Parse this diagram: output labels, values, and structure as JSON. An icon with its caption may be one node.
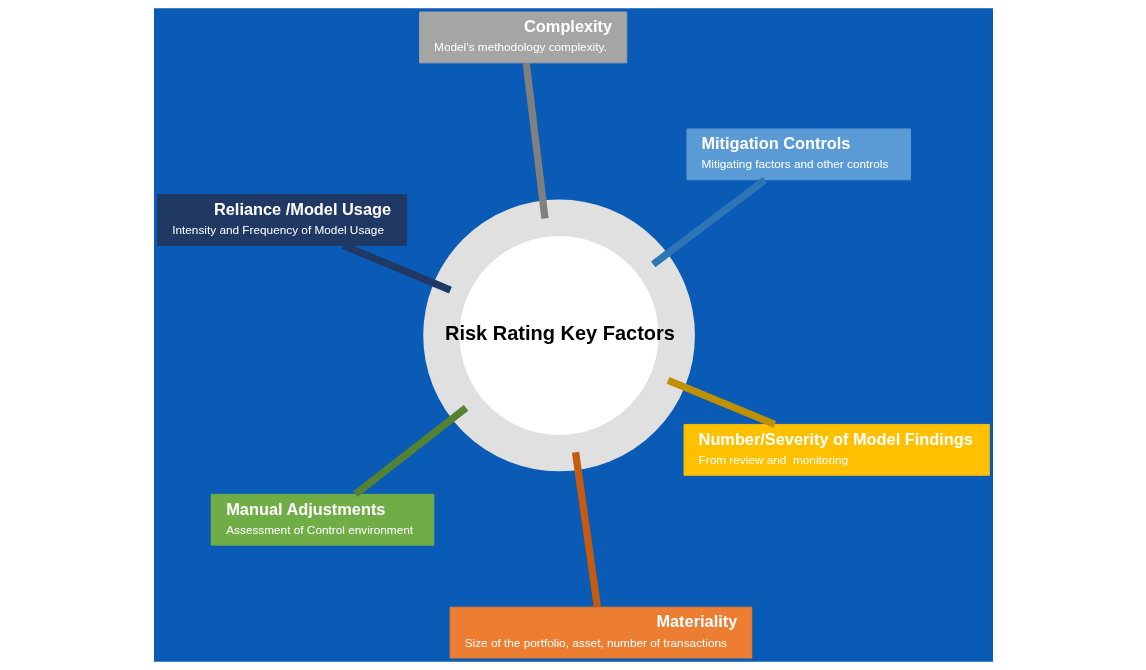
{
  "diagram": {
    "nodes": [
      {
        "text": [
          "Reliance /Model Usage",
          "Intensity and Frequency of Model Usage"
        ]
      },
      {
        "text": [
          "Number/Severity of Model Findings",
          "From review and  monitoring"
        ]
      },
      {
        "text": [
          "Materiality",
          "Size of the portfolio, asset, number of transactions"
        ]
      },
      {
        "text": [
          "Risk Rating Key Factors"
        ]
      },
      {
        "text": [
          "Mitigation Controls",
          "Mitigating factors and other controls"
        ]
      },
      {
        "text": [
          "Complexity",
          "Model’s methodology complexity."
        ]
      },
      {
        "text": [
          "Manual Adjustments",
          "Assessment of Control environment"
        ]
      }
    ],
    "edges": [
      {
        "from": 0,
        "to": 3,
        "arrow": "none",
        "color": "#1f3864"
      },
      {
        "from": 1,
        "to": 3,
        "arrow": "none",
        "color": "#bf9000"
      },
      {
        "from": 2,
        "to": 3,
        "arrow": "none",
        "color": "#c55a11"
      },
      {
        "from": 4,
        "to": 3,
        "arrow": "none",
        "color": "#2e75b6"
      },
      {
        "from": 5,
        "to": 3,
        "arrow": "none",
        "color": "#7f7f7f"
      },
      {
        "from": 6,
        "to": 3,
        "arrow": "none",
        "color": "#548235"
      }
    ]
  }
}
